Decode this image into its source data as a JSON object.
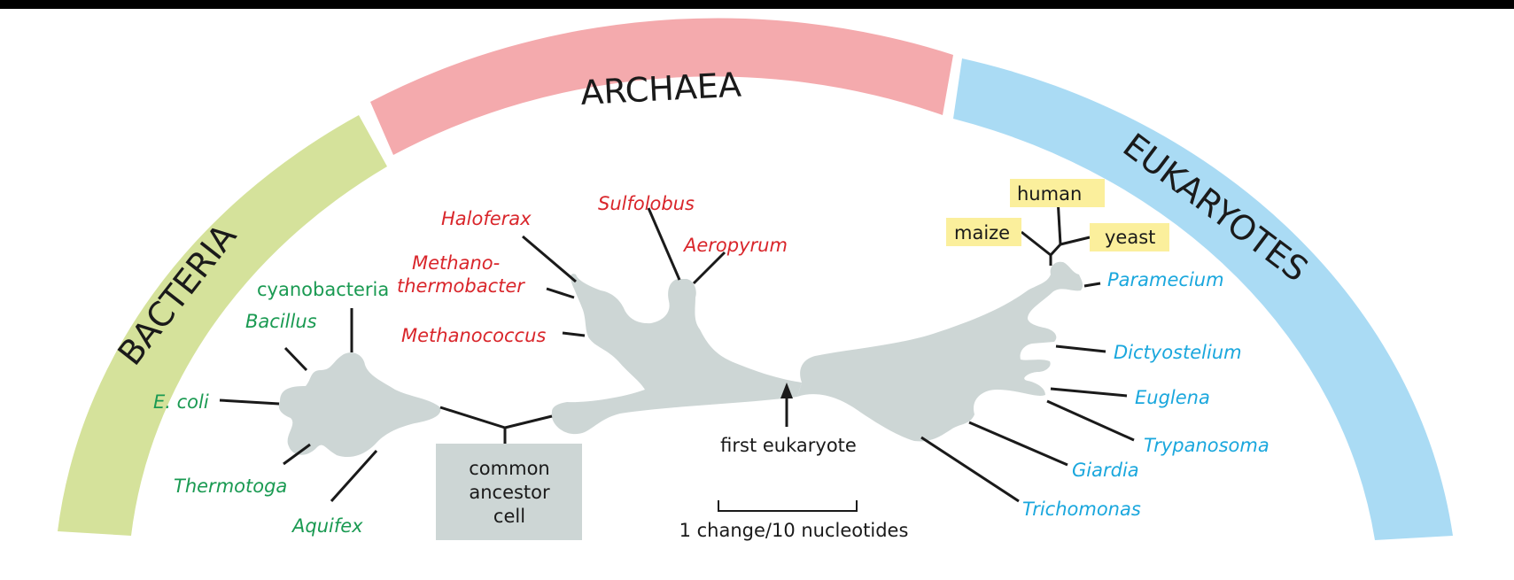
{
  "domains": {
    "bacteria": "BACTERIA",
    "archaea": "ARCHAEA",
    "eukaryotes": "EUKARYOTES"
  },
  "bacteria_species": {
    "cyanobacteria": "cyanobacteria",
    "bacillus": "Bacillus",
    "ecoli": "E. coli",
    "thermotoga": "Thermotoga",
    "aquifex": "Aquifex"
  },
  "archaea_species": {
    "haloferax": "Haloferax",
    "sulfolobus": "Sulfolobus",
    "aeropyrum": "Aeropyrum",
    "methano_line1": "Methano-",
    "methano_line2": "thermobacter",
    "methanococcus": "Methanococcus"
  },
  "eukaryote_species": {
    "human": "human",
    "maize": "maize",
    "yeast": "yeast",
    "paramecium": "Paramecium",
    "dictyostelium": "Dictyostelium",
    "euglena": "Euglena",
    "trypanosoma": "Trypanosoma",
    "giardia": "Giardia",
    "trichomonas": "Trichomonas"
  },
  "ancestor": {
    "line1": "common",
    "line2": "ancestor",
    "line3": "cell"
  },
  "first_eukaryote": "first eukaryote",
  "scale_bar_label": "1 change/10 nucleotides",
  "colors": {
    "bacteria_band": "#d5e29b",
    "archaea_band": "#f4aaad",
    "eukaryote_band": "#aadbf4",
    "tree_blob": "#cdd6d5",
    "bacteria_text": "#1a9a52",
    "archaea_text": "#d9262b",
    "eukaryote_text": "#1aa7dd",
    "highlight_box": "#fbef9c"
  }
}
